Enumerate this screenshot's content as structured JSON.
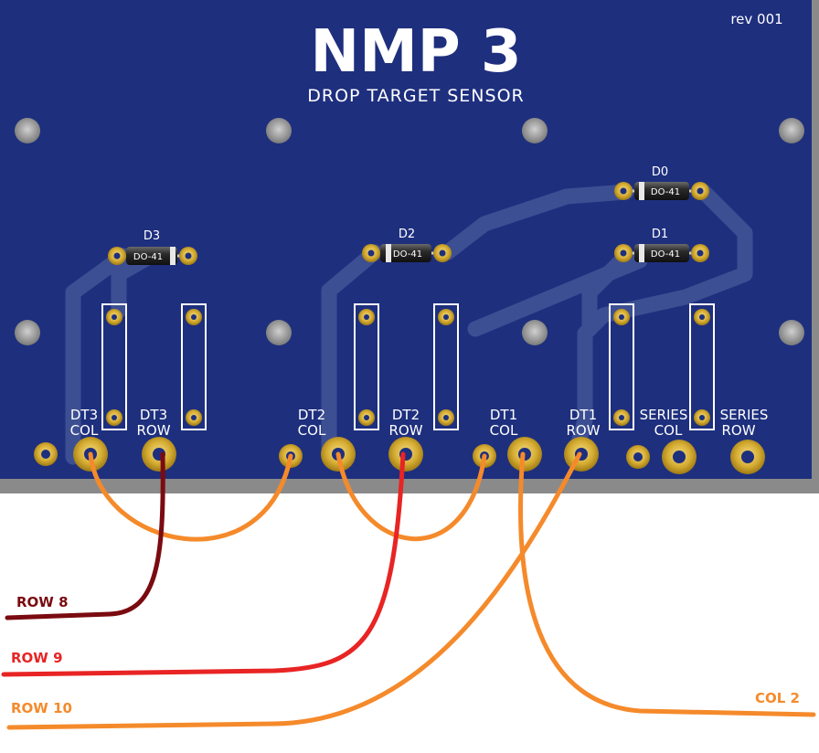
{
  "board": {
    "title": "NMP 3",
    "subtitle": "DROP TARGET SENSOR",
    "revision": "rev 001",
    "colors": {
      "pcb": "#1e2f7e",
      "trace": "#3d4f93",
      "pad": "#c9a227",
      "wire_orange": "#f58a2b",
      "wire_red": "#e82424",
      "wire_darkred": "#7a0b10"
    }
  },
  "diodes": [
    {
      "ref": "D3",
      "package": "DO-41"
    },
    {
      "ref": "D2",
      "package": "DO-41"
    },
    {
      "ref": "D0",
      "package": "DO-41"
    },
    {
      "ref": "D1",
      "package": "DO-41"
    }
  ],
  "terminals": [
    {
      "line1": "DT3",
      "line2": "COL"
    },
    {
      "line1": "DT3",
      "line2": "ROW"
    },
    {
      "line1": "DT2",
      "line2": "COL"
    },
    {
      "line1": "DT2",
      "line2": "ROW"
    },
    {
      "line1": "DT1",
      "line2": "COL"
    },
    {
      "line1": "DT1",
      "line2": "ROW"
    },
    {
      "line1": "SERIES",
      "line2": "COL"
    },
    {
      "line1": "SERIES",
      "line2": "ROW"
    }
  ],
  "wires": [
    {
      "label": "ROW 8",
      "color": "#7a0b10"
    },
    {
      "label": "ROW 9",
      "color": "#e82424"
    },
    {
      "label": "ROW 10",
      "color": "#f58a2b"
    },
    {
      "label": "COL 2",
      "color": "#f58a2b"
    }
  ]
}
